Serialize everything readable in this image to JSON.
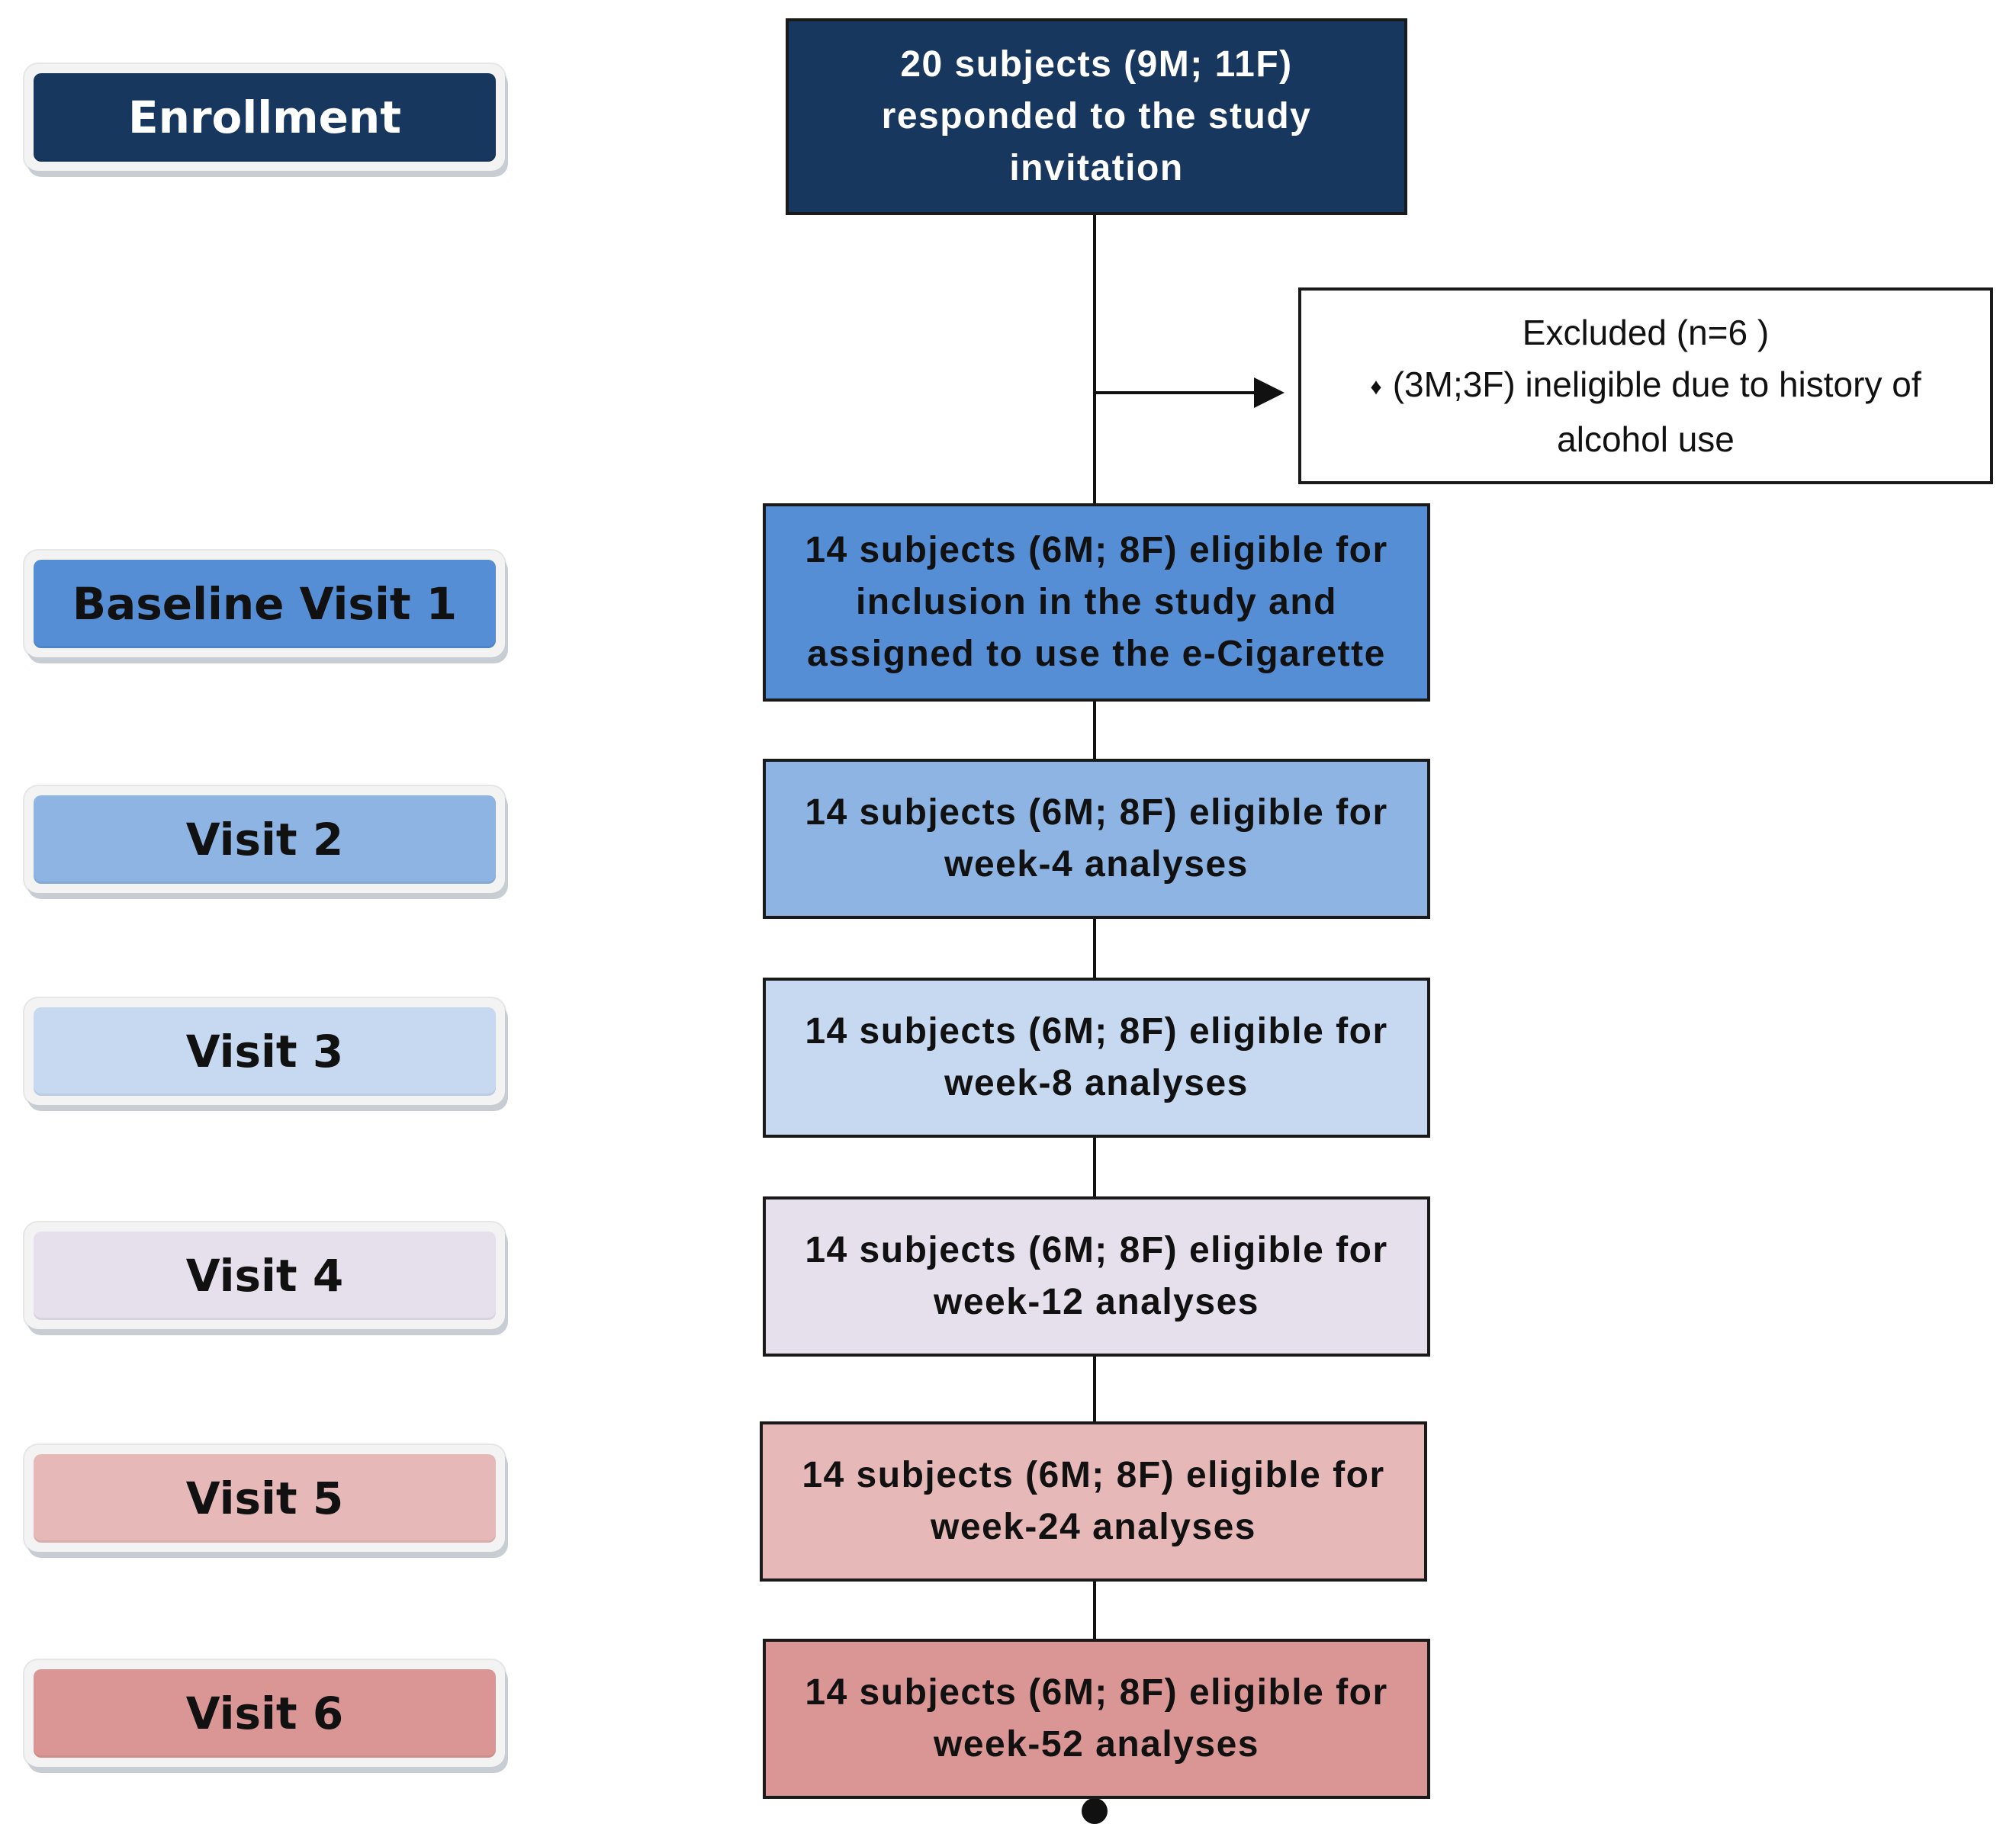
{
  "stages": [
    {
      "label": "Enrollment",
      "fill": "#17375e",
      "text_color": "#ffffff"
    },
    {
      "label": "Baseline Visit 1",
      "fill": "#558ed5",
      "text_color": "#111111"
    },
    {
      "label": "Visit 2",
      "fill": "#8eb4e3",
      "text_color": "#111111"
    },
    {
      "label": "Visit 3",
      "fill": "#c6d9f1",
      "text_color": "#111111"
    },
    {
      "label": "Visit 4",
      "fill": "#e6e0ec",
      "text_color": "#111111"
    },
    {
      "label": "Visit 5",
      "fill": "#e6b9b8",
      "text_color": "#111111"
    },
    {
      "label": "Visit 6",
      "fill": "#d99694",
      "text_color": "#111111"
    }
  ],
  "enrollment_box": {
    "lines": [
      "20 subjects (9M; 11F)",
      "responded to the study",
      "invitation"
    ],
    "fill": "#17375e",
    "text_color": "#ffffff"
  },
  "excluded_box": {
    "title": "Excluded  (n=6 )",
    "bullet": "♦",
    "lines": [
      "(3M;3F) ineligible due to history of",
      "alcohol use"
    ]
  },
  "visit_boxes": [
    {
      "lines": [
        "14 subjects (6M; 8F) eligible for",
        "inclusion in the study and",
        "assigned to use the e-Cigarette"
      ],
      "fill": "#558ed5"
    },
    {
      "lines": [
        "14 subjects (6M; 8F) eligible for",
        "week-4 analyses"
      ],
      "fill": "#8eb4e3"
    },
    {
      "lines": [
        "14 subjects (6M; 8F) eligible for",
        "week-8 analyses"
      ],
      "fill": "#c6d9f1"
    },
    {
      "lines": [
        "14 subjects (6M; 8F) eligible for",
        "week-12 analyses"
      ],
      "fill": "#e6e0ec"
    },
    {
      "lines": [
        "14 subjects (6M; 8F) eligible for",
        "week-24 analyses"
      ],
      "fill": "#e6b9b8"
    },
    {
      "lines": [
        "14 subjects (6M; 8F) eligible for",
        "week-52 analyses"
      ],
      "fill": "#d99694"
    }
  ]
}
